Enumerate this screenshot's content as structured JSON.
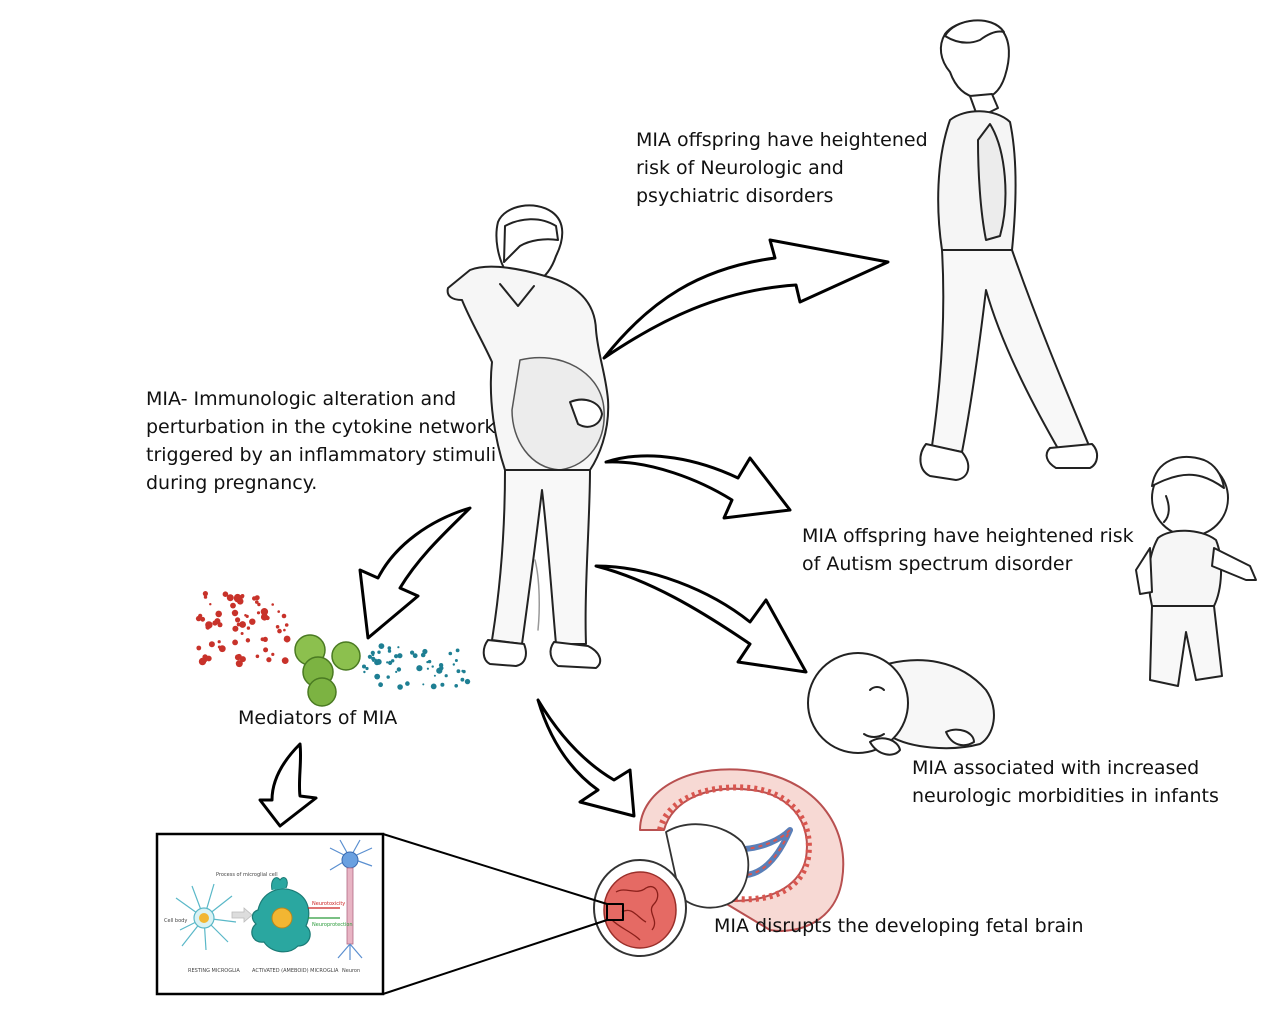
{
  "labels": {
    "mia_definition": [
      "MIA- Immunologic alteration and",
      "perturbation in the cytokine network",
      "triggered by an inflammatory stimuli",
      "during pregnancy."
    ],
    "neuro_psych": [
      "MIA offspring have heightened",
      "risk of Neurologic and",
      "psychiatric disorders"
    ],
    "autism": [
      "MIA offspring have heightened risk",
      "of Autism spectrum disorder"
    ],
    "infants": [
      "MIA associated with increased",
      "neurologic morbidities in infants"
    ],
    "fetal_brain": "MIA disrupts the developing fetal brain",
    "mediators": "Mediators of MIA"
  },
  "inset": {
    "process_label": "Process of microglial cell",
    "cell_body_label": "Cell body",
    "resting_label": "RESTING MICROGLIA",
    "activated_label": "ACTIVATED (AMEBOID) MICROGLIA",
    "neuron_label": "Neuron",
    "neurotoxicity_label": "Neurotoxicity",
    "neuroprotection_label": "Neuroprotection"
  },
  "colors": {
    "arrow_stroke": "#000000",
    "cytokine_red": "#c8322a",
    "cytokine_teal": "#1e7f93",
    "cell_green": "#7cb342",
    "microglia_teal": "#2aa7a0",
    "brain_red": "#d9564f",
    "figure_gray": "#e6e6e6"
  }
}
